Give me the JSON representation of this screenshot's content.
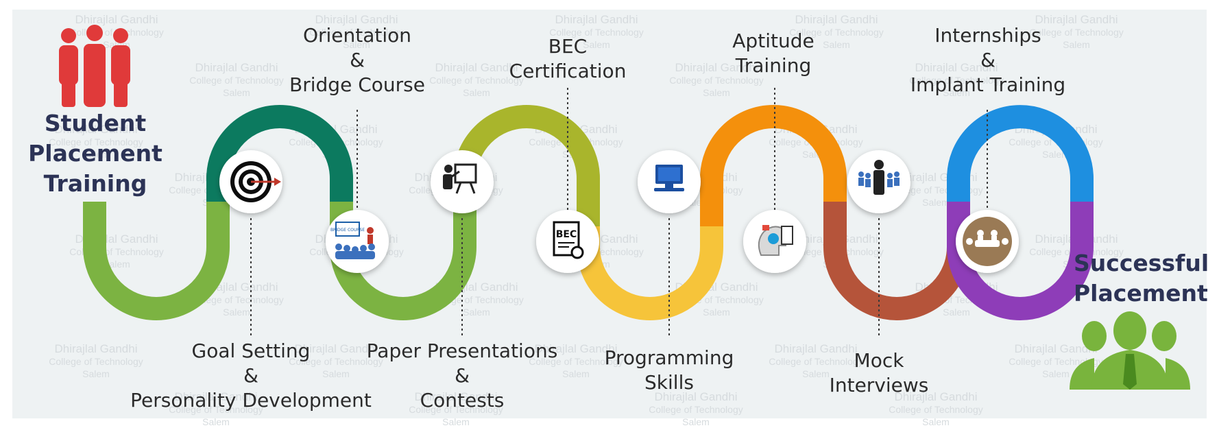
{
  "watermark": {
    "line1": "Dhirajlal Gandhi",
    "line2": "College of Technology",
    "line3": "Salem"
  },
  "title_start": {
    "line1": "Student",
    "line2": "Placement",
    "line3": "Training"
  },
  "title_end": {
    "line1": "Successful",
    "line2": "Placement"
  },
  "milestones": [
    {
      "id": "goal",
      "lines": [
        "Goal Setting",
        "&",
        "Personality Development"
      ],
      "icon": "target-icon"
    },
    {
      "id": "orientation",
      "lines": [
        "Orientation",
        "&",
        "Bridge Course"
      ],
      "icon": "bridge-course-icon",
      "badge": "BRIDGE COURSE"
    },
    {
      "id": "paper",
      "lines": [
        "Paper Presentations",
        "&",
        "Contests"
      ],
      "icon": "presentation-icon"
    },
    {
      "id": "bec",
      "lines": [
        "BEC",
        "Certification"
      ],
      "icon": "certificate-icon",
      "badge": "BEC"
    },
    {
      "id": "programming",
      "lines": [
        "Programming",
        "Skills"
      ],
      "icon": "computer-icon"
    },
    {
      "id": "aptitude",
      "lines": [
        "Aptitude",
        "Training"
      ],
      "icon": "brain-icon"
    },
    {
      "id": "mock",
      "lines": [
        "Mock",
        "Interviews"
      ],
      "icon": "interview-icon"
    },
    {
      "id": "intern",
      "lines": [
        "Internships",
        "&",
        "Implant Training"
      ],
      "icon": "meeting-icon"
    }
  ],
  "colors": {
    "green": "#7cb342",
    "teal": "#0c7a5f",
    "olive": "#a9b52c",
    "yellow": "#f6c43a",
    "orange": "#f4900c",
    "brown": "#b5543a",
    "blue": "#1e8fe0",
    "purple": "#8e3db8",
    "title": "#2c3356",
    "people_red": "#e03a3a",
    "people_green": "#79b43d"
  }
}
